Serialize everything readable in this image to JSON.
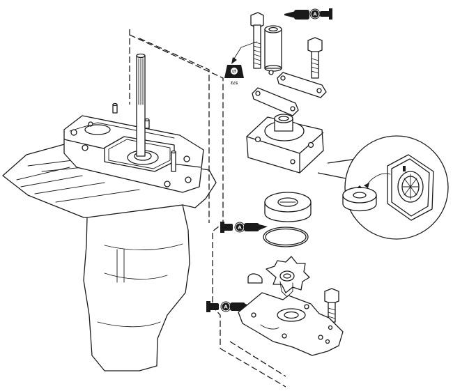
{
  "symbols": {
    "grease_letter": "A",
    "sealant_top": "LT",
    "sealant_bottom": "572"
  }
}
